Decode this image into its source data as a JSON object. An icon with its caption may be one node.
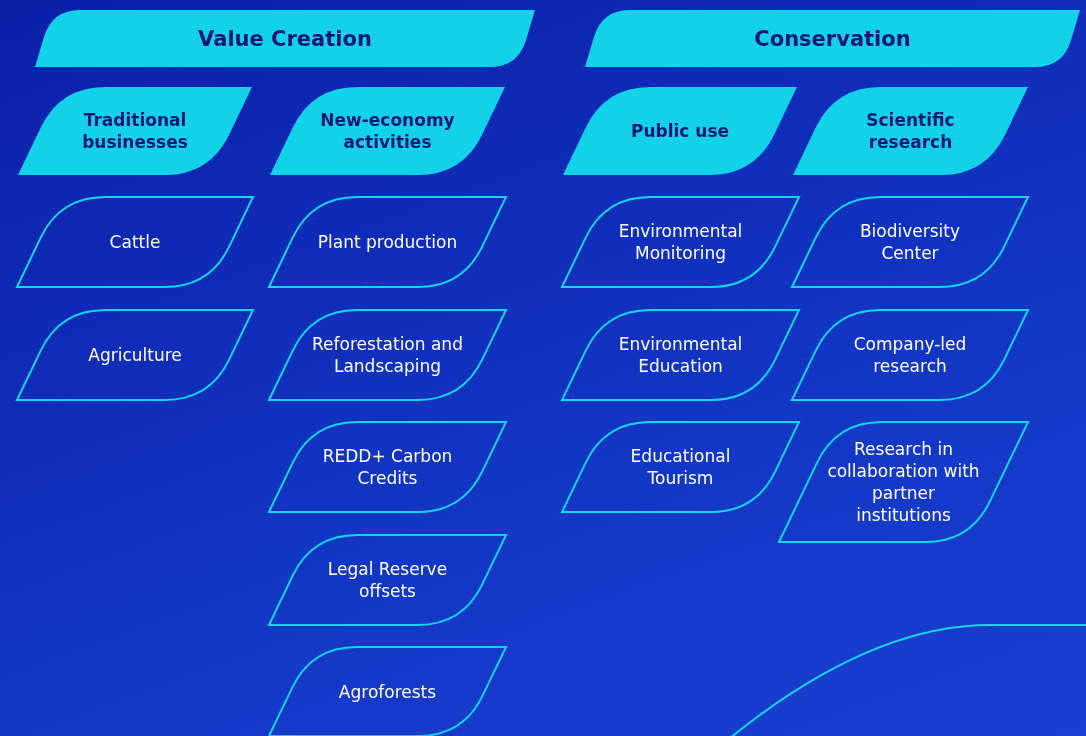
{
  "diagram": {
    "nodes": [
      {
        "text": [
          "Value Creation"
        ]
      },
      {
        "text": [
          "Conservation"
        ]
      },
      {
        "text": [
          "Traditional businesses"
        ]
      },
      {
        "text": [
          "New-economy activities"
        ]
      },
      {
        "text": [
          "Public use"
        ]
      },
      {
        "text": [
          "Scientific research"
        ]
      },
      {
        "text": [
          "Cattle"
        ]
      },
      {
        "text": [
          "Plant production"
        ]
      },
      {
        "text": [
          "Environmental Monitoring"
        ]
      },
      {
        "text": [
          "Biodiversity Center"
        ]
      },
      {
        "text": [
          "Agriculture"
        ]
      },
      {
        "text": [
          "Reforestation and Landscaping"
        ]
      },
      {
        "text": [
          "Environmental Education"
        ]
      },
      {
        "text": [
          "Company-led research"
        ]
      },
      {
        "text": [
          "REDD+ Carbon Credits"
        ]
      },
      {
        "text": [
          "Educational Tourism"
        ]
      },
      {
        "text": [
          "Research in collaboration with partner institutions"
        ]
      },
      {
        "text": [
          "Legal Reserve offsets"
        ]
      },
      {
        "text": [
          "Agroforests"
        ]
      }
    ],
    "edges": []
  }
}
